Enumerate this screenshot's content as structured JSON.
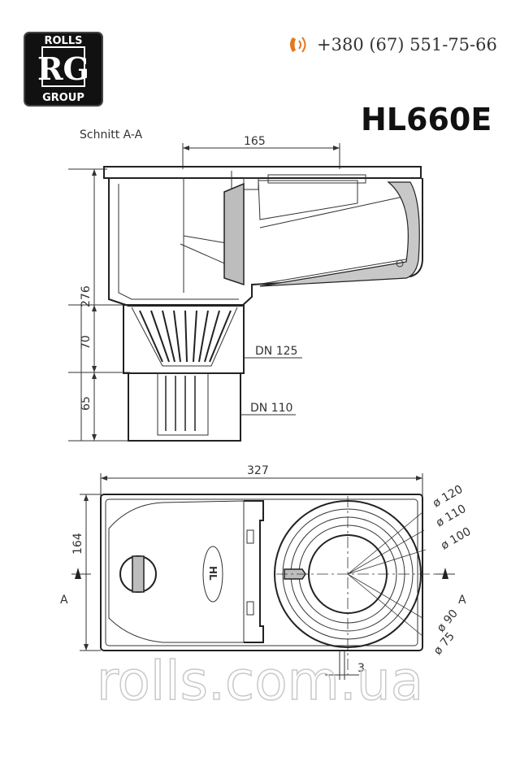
{
  "brand": {
    "logo_top": "ROLLS",
    "logo_mid": "RG",
    "logo_bottom": "GROUP"
  },
  "phone": "+380 (67) 551-75-66",
  "model": "HL660E",
  "section_label": "Schnitt A-A",
  "side_view": {
    "dim_width": "165",
    "dim_height": "276",
    "dim_mid": "70",
    "dim_low": "65",
    "dn_top": "DN 125",
    "dn_bottom": "DN 110"
  },
  "top_view": {
    "dim_width": "327",
    "dim_height": "164",
    "dim_gap": "3",
    "section_left": "A",
    "section_right": "A",
    "diam_120": "ø 120",
    "diam_110": "ø 110",
    "diam_100": "ø 100",
    "diam_90": "ø 90",
    "diam_75": "ø 75",
    "cap_mark": "HL"
  },
  "watermark": "rolls.com.ua",
  "colors": {
    "logo_bg": "#111111",
    "phone_icon": "#e07a1f",
    "line": "#333333"
  }
}
